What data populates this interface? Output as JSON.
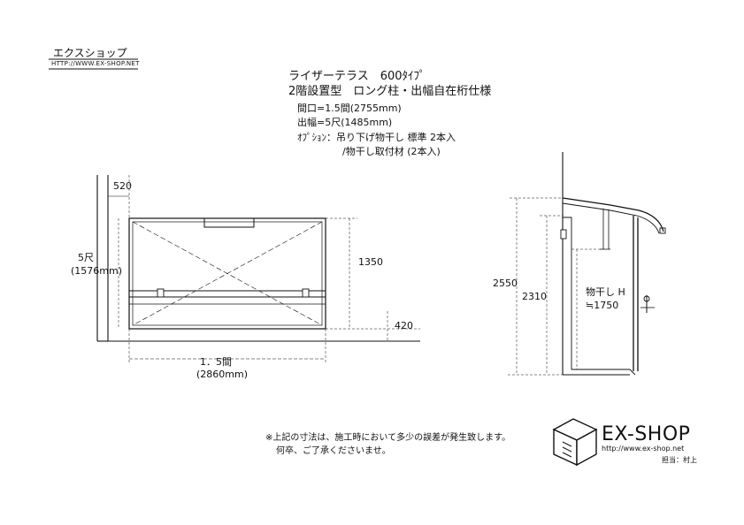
{
  "header": {
    "shop_name": "エクスショップ",
    "shop_url": "HTTP://WWW.EX-SHOP.NET"
  },
  "product": {
    "title_line1": "ライザーテラス　600ﾀｲﾌﾟ",
    "title_line2": "2階設置型　ロング柱・出幅自在桁仕様",
    "spec_width": "間口=1.5間(2755mm)",
    "spec_depth": "出幅=5尺(1485mm)",
    "spec_option1": "ｵﾌﾟｼｮﾝ：吊り下げ物干し 標準 2本入",
    "spec_option2": "/物干し取付材 (2本入)"
  },
  "plan_view": {
    "dim_wall_offset": "520",
    "dim_depth_label": "5尺",
    "dim_depth_mm": "(1576mm)",
    "dim_height": "1350",
    "dim_floor": "420",
    "dim_width_label": "1．5間",
    "dim_width_mm": "(2860mm)"
  },
  "side_view": {
    "dim_total_height": "2550",
    "dim_beam_height": "2310",
    "dryer_label": "物干し H",
    "dryer_value": "≒1750"
  },
  "footer": {
    "note_line1": "※上記の寸法は、施工時において多少の誤差が発生致します。",
    "note_line2": "何卒、ご了承くださいませ。",
    "brand_name": "EX-SHOP",
    "brand_url": "http://www.ex-shop.net",
    "staff": "担当：村上"
  }
}
